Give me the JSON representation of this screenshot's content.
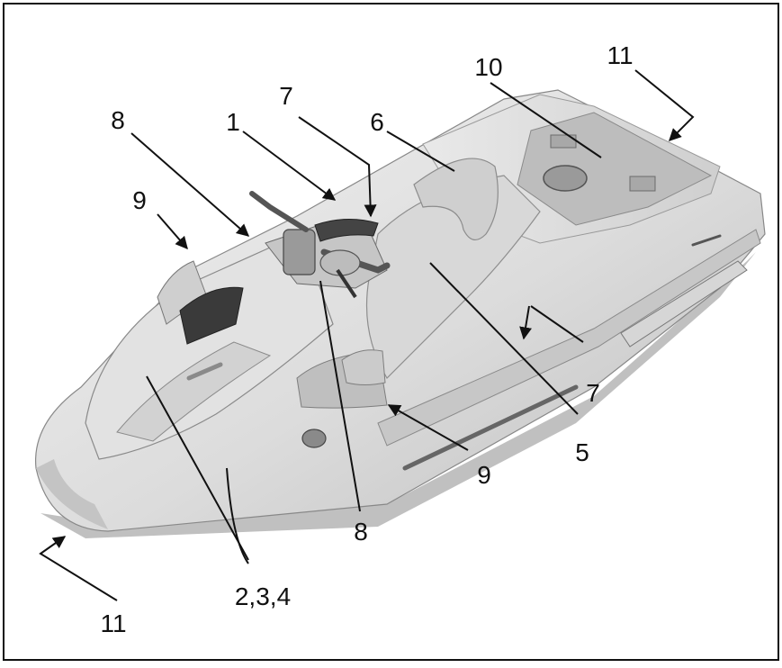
{
  "diagram": {
    "callouts": [
      {
        "id": "c1",
        "label": "1"
      },
      {
        "id": "c234",
        "label": "2,3,4"
      },
      {
        "id": "c5",
        "label": "5"
      },
      {
        "id": "c6",
        "label": "6"
      },
      {
        "id": "c7a",
        "label": "7"
      },
      {
        "id": "c7b",
        "label": "7"
      },
      {
        "id": "c8a",
        "label": "8"
      },
      {
        "id": "c8b",
        "label": "8"
      },
      {
        "id": "c9a",
        "label": "9"
      },
      {
        "id": "c9b",
        "label": "9"
      },
      {
        "id": "c10",
        "label": "10"
      },
      {
        "id": "c11a",
        "label": "11"
      },
      {
        "id": "c11b",
        "label": "11"
      }
    ],
    "colors": {
      "line": "#111111",
      "hull": "#e4e4e4",
      "shade": "#c9c9c9",
      "dark": "#3a3a3a"
    }
  }
}
